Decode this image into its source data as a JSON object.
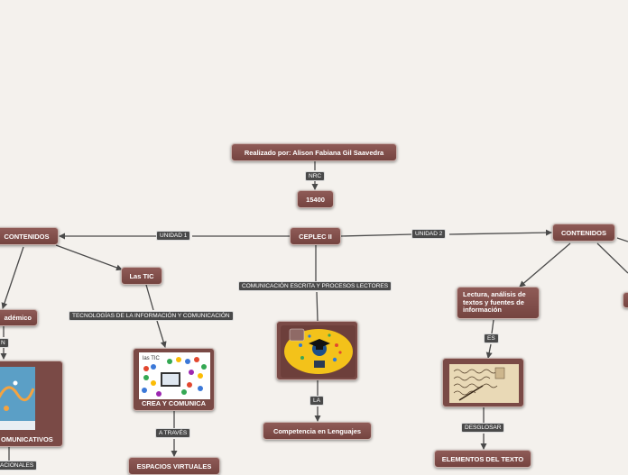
{
  "nodes": {
    "author": "Realizado por: Alison Fabiana Gil Saavedra",
    "nrc_value": "15400",
    "center": "CEPLEC II",
    "contenidos_left": "CONTENIDOS",
    "contenidos_right": "CONTENIDOS",
    "las_tic": "Las TIC",
    "academico": "adémico",
    "comunicativos": "OMUNICATIVOS",
    "crea": "CREA Y COMUNICA",
    "espacios": "ESPACIOS VIRTUALES",
    "competencia": "Competencia en Lenguajes",
    "lectura": "Lectura, análisis de textos y fuentes de información",
    "elementos": "ELEMENTOS DEL TEXTO"
  },
  "labels": {
    "nrc": "NRC",
    "unidad1": "UNIDAD 1",
    "unidad2": "UNIDAD 2",
    "comunicacion": "COMUNICACIÓN ESCRITA Y PROCESOS LECTORES",
    "tecnologias": "TECNOLOGÍAS DE LA INFORMACIÓN Y COMUNICACIÓN",
    "la": "LA",
    "a_traves": "A TRAVÉS",
    "es": "ES",
    "desglosar": "DESGLOSAR",
    "n_partial": "N",
    "acionales": "ACIONALES"
  },
  "images": {
    "tic_header": "las TIC",
    "globe_icon": "graduation-globe-icon",
    "tic_collage": "tic-collage-image",
    "handwriting": "handwriting-image",
    "book": "book-image"
  },
  "colors": {
    "node_fill": "#7a4a46",
    "label_fill": "#4a4a4a",
    "connector": "#4a4a4a",
    "background": "#f4f1ed"
  }
}
